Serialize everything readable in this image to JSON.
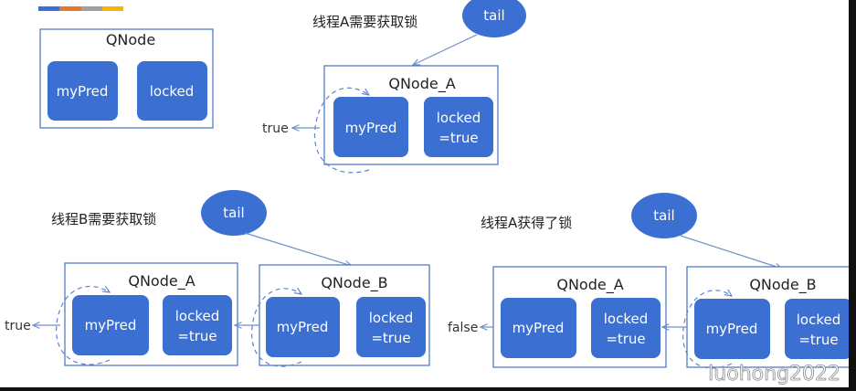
{
  "accent_colors": [
    "#3d6ed6",
    "#e8762a",
    "#a0a0a0",
    "#f2b705"
  ],
  "legend": {
    "title": "QNode",
    "field1": "myPred",
    "field2": "locked"
  },
  "scene_a": {
    "caption": "线程A需要获取锁",
    "tail": "tail",
    "node": {
      "title": "QNode_A",
      "pred": "myPred",
      "locked_line1": "locked",
      "locked_line2": "=true"
    },
    "side_value": "true"
  },
  "scene_b": {
    "caption": "线程B需要获取锁",
    "tail": "tail",
    "node_a": {
      "title": "QNode_A",
      "pred": "myPred",
      "locked_line1": "locked",
      "locked_line2": "=true"
    },
    "node_b": {
      "title": "QNode_B",
      "pred": "myPred",
      "locked_line1": "locked",
      "locked_line2": "=true"
    },
    "side_value": "true"
  },
  "scene_c": {
    "caption": "线程A获得了锁",
    "tail": "tail",
    "node_a": {
      "title": "QNode_A",
      "pred": "myPred",
      "locked_line1": "locked",
      "locked_line2": "=true"
    },
    "node_b": {
      "title": "QNode_B",
      "pred": "myPred",
      "locked_line1": "locked",
      "locked_line2": "=true"
    },
    "side_value": "false"
  },
  "watermark": "luohong2022"
}
